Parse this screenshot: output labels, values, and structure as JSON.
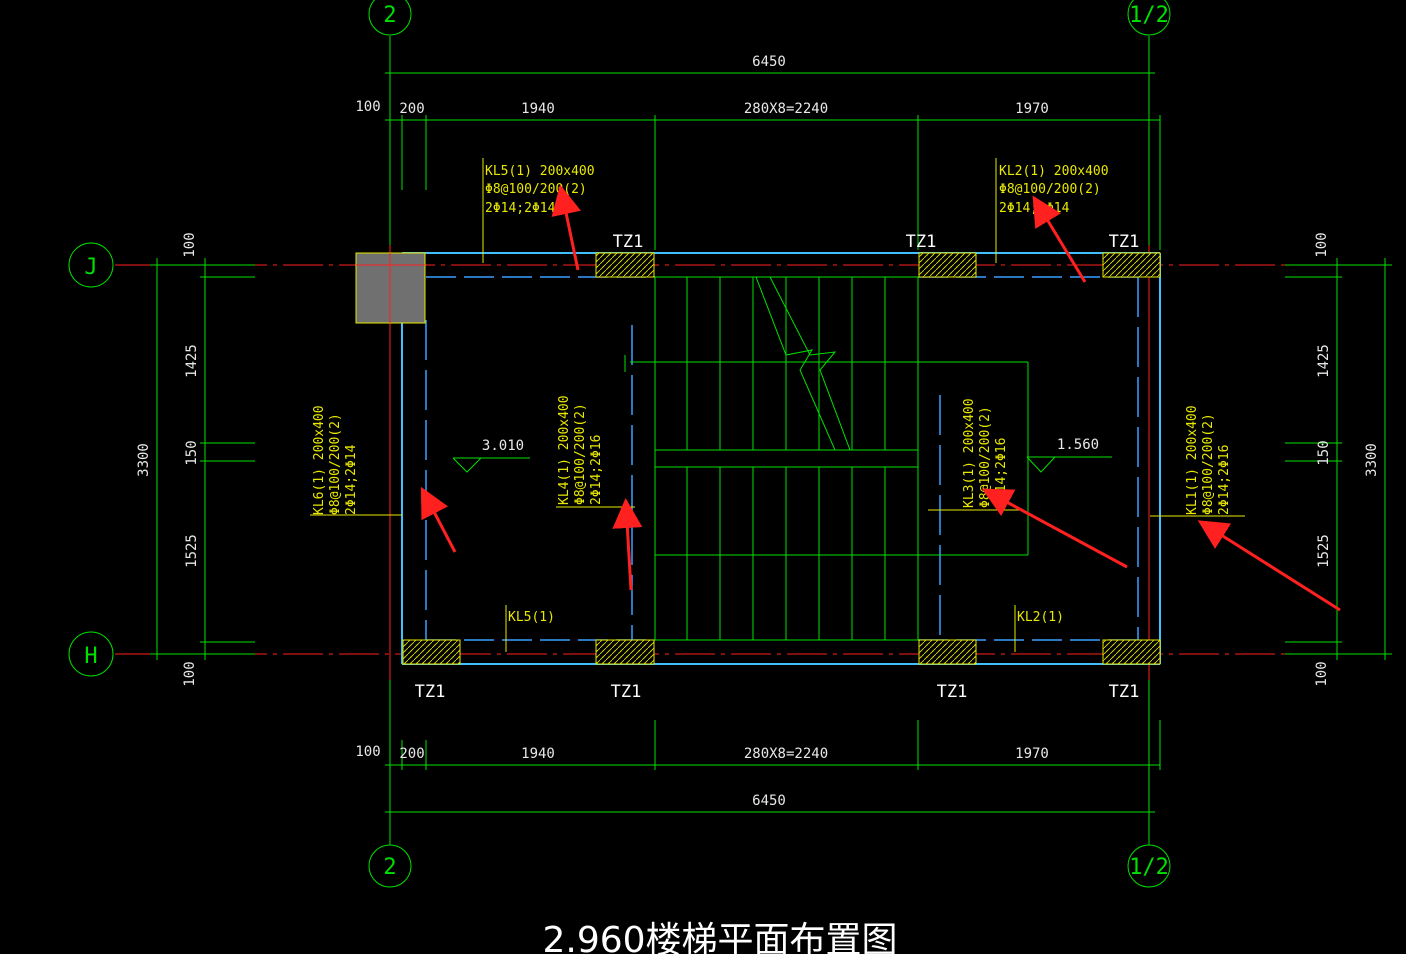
{
  "title": "2.960楼梯平面布置图",
  "axes": {
    "top_left": "2",
    "top_right": "1/2",
    "left_top": "J",
    "left_bottom": "H",
    "bottom_left": "2",
    "bottom_right": "1/2"
  },
  "dims": {
    "total_top": "6450",
    "total_bottom": "6450",
    "seg_100": "100",
    "seg_200": "200",
    "seg_1940": "1940",
    "seg_2240": "280X8=2240",
    "seg_1970": "1970",
    "left_100a": "100",
    "left_1425": "1425",
    "left_150": "150",
    "left_1525": "1525",
    "left_100b": "100",
    "left_3300": "3300",
    "right_100a": "100",
    "right_1425": "1425",
    "right_150": "150",
    "right_1525": "1525",
    "right_100b": "100",
    "right_3300": "3300"
  },
  "beams": {
    "kl5": {
      "l1": "KL5(1) 200x400",
      "l2": "Φ8@100/200(2)",
      "l3": "2Φ14;2Φ14"
    },
    "kl2": {
      "l1": "KL2(1) 200x400",
      "l2": "Φ8@100/200(2)",
      "l3": "2Φ14;2Φ14"
    },
    "kl6": {
      "l1": "KL6(1) 200x400",
      "l2": "Φ8@100/200(2)",
      "l3": "2Φ14;2Φ14"
    },
    "kl4": {
      "l1": "KL4(1) 200x400",
      "l2": "Φ8@100/200(2)",
      "l3": "2Φ14;2Φ16"
    },
    "kl3": {
      "l1": "KL3(1) 200x400",
      "l2": "Φ8@100/200(2)",
      "l3": "2Φ14;2Φ16"
    },
    "kl1": {
      "l1": "KL1(1) 200x400",
      "l2": "Φ8@100/200(2)",
      "l3": "2Φ14;2Φ16"
    },
    "kl5_short": "KL5(1)",
    "kl2_short": "KL2(1)"
  },
  "columns": {
    "tz": "TZ1"
  },
  "elevations": {
    "left": "3.010",
    "right": "1.560"
  },
  "colors": {
    "grid": "#00e000",
    "annotation": "#e8e800",
    "arrow": "#ff2020",
    "beam": "#3aa0ff"
  }
}
